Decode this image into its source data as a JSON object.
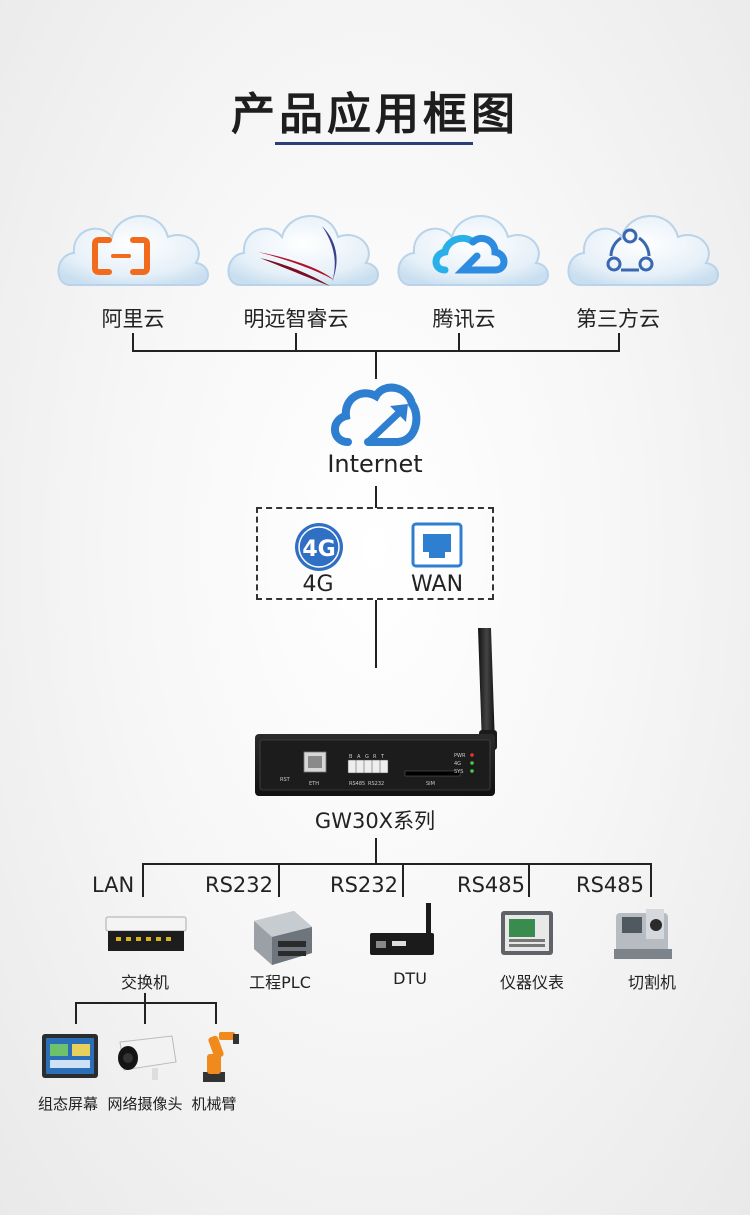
{
  "title": "产品应用框图",
  "clouds": [
    {
      "label": "阿里云",
      "icon": "aliyun-icon"
    },
    {
      "label": "明远智睿云",
      "icon": "mingyuan-icon"
    },
    {
      "label": "腾讯云",
      "icon": "tencent-cloud-icon"
    },
    {
      "label": "第三方云",
      "icon": "share-network-icon"
    }
  ],
  "internet": {
    "label": "Internet",
    "icon": "cloud-arrow-icon"
  },
  "uplinks": [
    {
      "label": "4G",
      "badge": "4G",
      "icon": "4g-badge-icon"
    },
    {
      "label": "WAN",
      "icon": "ethernet-port-icon"
    }
  ],
  "device": {
    "label": "GW30X系列",
    "panel": {
      "rst": "RST",
      "eth": "ETH",
      "rs485": "RS485",
      "rs232": "RS232",
      "terminals": [
        "B",
        "A",
        "G",
        "R",
        "T"
      ],
      "sim": "SIM",
      "leds": [
        "PWR",
        "4G",
        "SYS"
      ]
    }
  },
  "ports": [
    {
      "label": "LAN",
      "device": "交换机"
    },
    {
      "label": "RS232",
      "device": "工程PLC"
    },
    {
      "label": "RS232",
      "device": "DTU"
    },
    {
      "label": "RS485",
      "device": "仪器仪表"
    },
    {
      "label": "RS485",
      "device": "切割机"
    }
  ],
  "lan_devices": [
    {
      "label": "组态屏幕"
    },
    {
      "label": "网络摄像头"
    },
    {
      "label": "机械臂"
    }
  ],
  "colors": {
    "title_underline": "#2c3e78",
    "cloud_fill": "#dcebf6",
    "aliyun": "#f26b1d",
    "tencent": "#2d8be0",
    "mingyuan": "#b3112a",
    "internet_blue": "#2f7fd0",
    "badge_blue": "#2f6fc4"
  }
}
